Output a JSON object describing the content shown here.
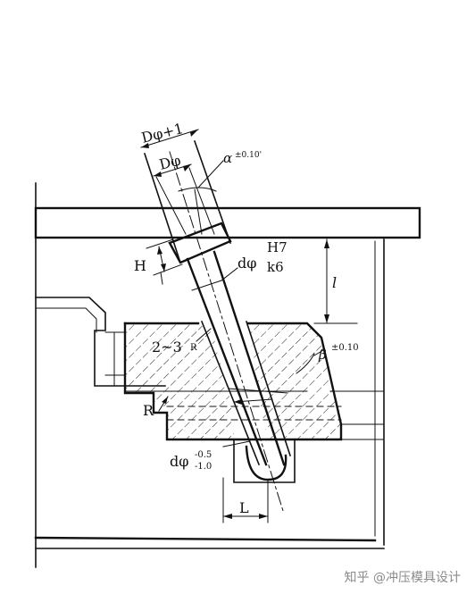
{
  "figure": {
    "labels": {
      "d_phi_plus_1": "Dφ+1",
      "d_phi": "Dφ",
      "alpha": "α",
      "alpha_tol": "±0.10'",
      "h": "H",
      "small_d_phi": "dφ",
      "h7": "H7",
      "k6": "k6",
      "l_dim": "l",
      "radius_range": "2~3",
      "radius_range_r": "R",
      "beta": "β",
      "beta_tol": "±0.10",
      "r_fillet": "R",
      "small_d_phi_lower": "dφ",
      "tol_upper": "-0.5",
      "tol_lower": "-1.0",
      "l_bottom": "L"
    }
  },
  "watermark": {
    "text": "知乎 @冲压模具设计"
  }
}
